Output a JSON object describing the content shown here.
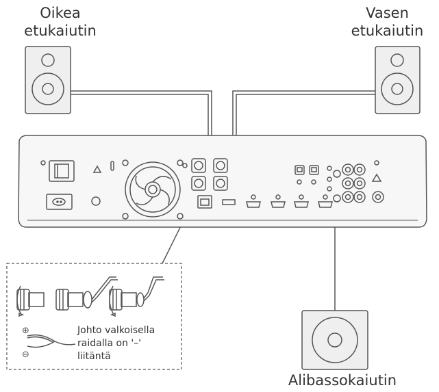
{
  "labels": {
    "right_front": [
      "Oikea",
      "etukaiutin"
    ],
    "left_front": [
      "Vasen",
      "etukaiutin"
    ],
    "subwoofer": "Alibassokaiutin"
  },
  "wire_note": [
    "Johto valkoisella",
    "raidalla on '–'",
    "liitäntä"
  ],
  "polarity": {
    "plus": "⊕",
    "minus": "⊖"
  },
  "colors": {
    "line": "#555555",
    "device_fill": "#f7f7f7",
    "speaker_fill": "#efefef",
    "text": "#333333"
  }
}
